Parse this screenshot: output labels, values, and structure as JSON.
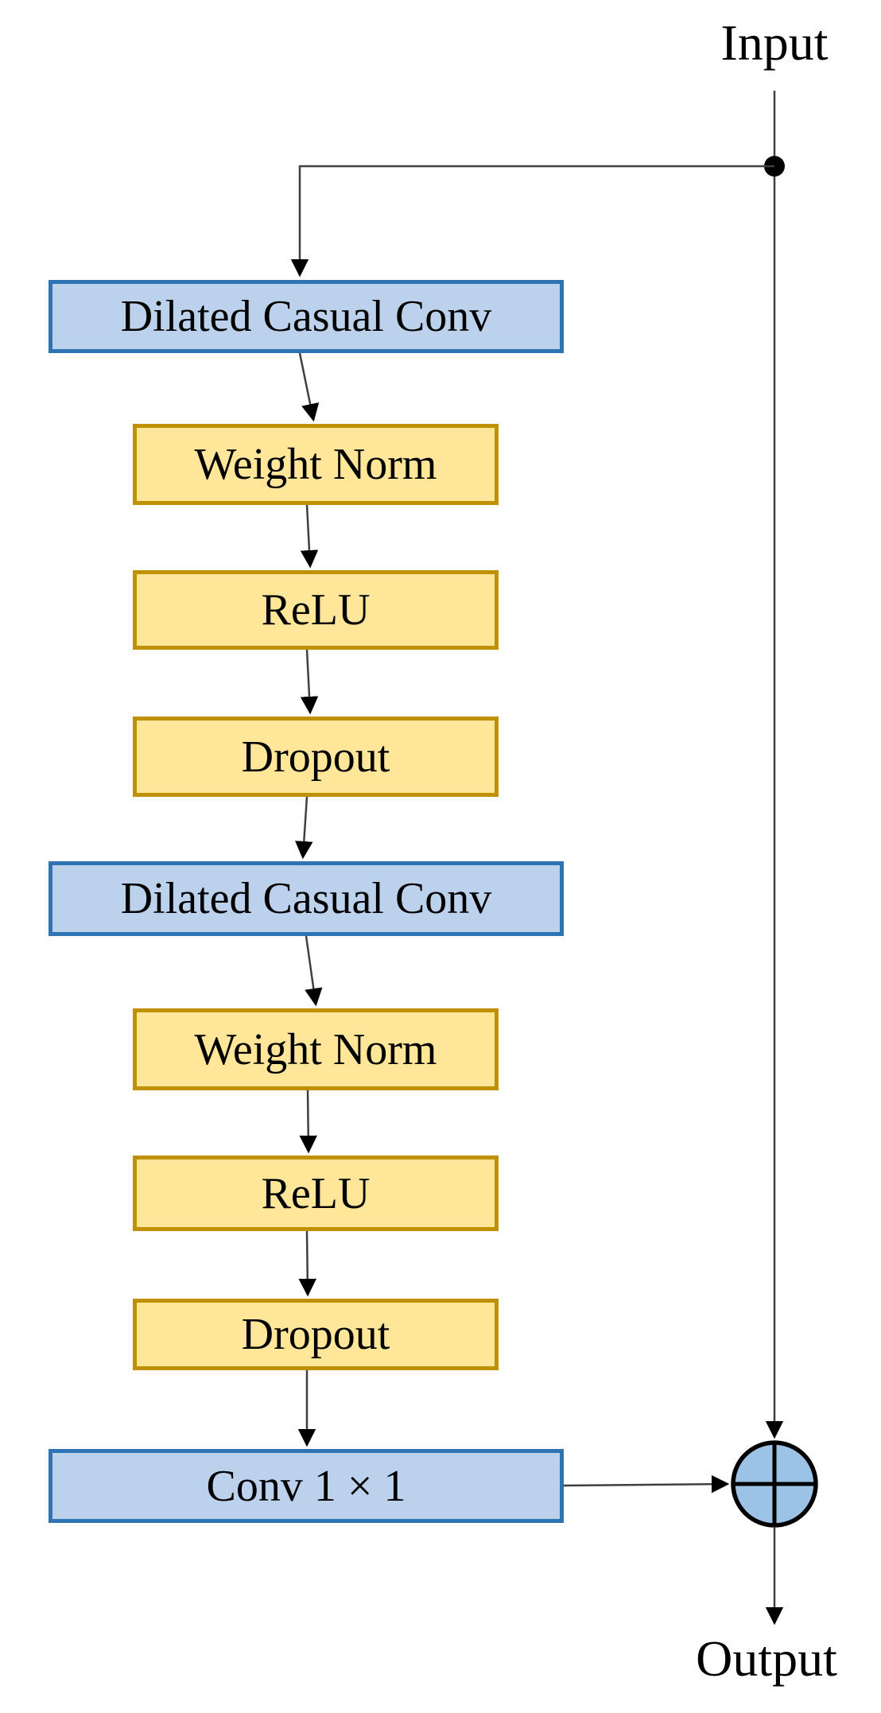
{
  "diagram": {
    "input_label": "Input",
    "output_label": "Output",
    "nodes": [
      {
        "label": "Dilated Casual Conv",
        "type": "conv"
      },
      {
        "label": "Weight Norm",
        "type": "norm"
      },
      {
        "label": "ReLU",
        "type": "activation"
      },
      {
        "label": "Dropout",
        "type": "regularization"
      },
      {
        "label": "Dilated Casual Conv",
        "type": "conv"
      },
      {
        "label": "Weight Norm",
        "type": "norm"
      },
      {
        "label": "ReLU",
        "type": "activation"
      },
      {
        "label": "Dropout",
        "type": "regularization"
      },
      {
        "label": "Conv 1 × 1",
        "type": "conv"
      }
    ],
    "sum_node": {
      "symbol": "⊕"
    },
    "colors": {
      "conv_fill": "#BCD1EC",
      "conv_border": "#2E74B5",
      "op_fill": "#FFE699",
      "op_border": "#BF9000",
      "sum_fill": "#9CC2E5",
      "line": "#404040",
      "arrow": "#000000",
      "text": "#000000"
    }
  }
}
